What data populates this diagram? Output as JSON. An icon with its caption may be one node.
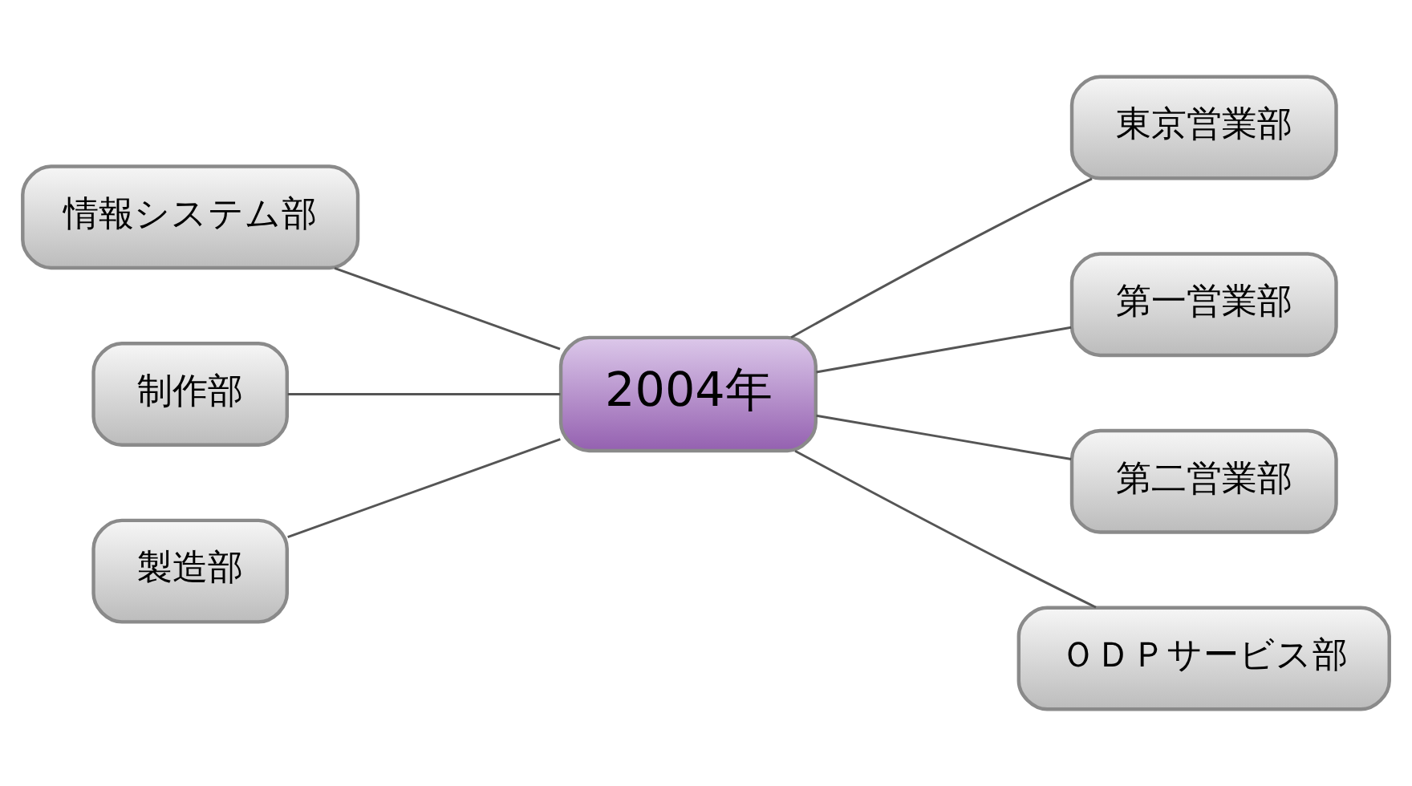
{
  "diagram": {
    "nodes": [
      {
        "text": [
          "2004年"
        ]
      },
      {
        "text": [
          "情報システム部"
        ]
      },
      {
        "text": [
          "制作部"
        ]
      },
      {
        "text": [
          "製造部"
        ]
      },
      {
        "text": [
          "東京営業部"
        ]
      },
      {
        "text": [
          "第一営業部"
        ]
      },
      {
        "text": [
          "第二営業部"
        ]
      },
      {
        "text": [
          "ＯＤＰサービス部"
        ]
      }
    ],
    "edges": [
      {
        "from": 0,
        "to": 1,
        "arrow": "none"
      },
      {
        "from": 0,
        "to": 2,
        "arrow": "none"
      },
      {
        "from": 0,
        "to": 3,
        "arrow": "none"
      },
      {
        "from": 0,
        "to": 4,
        "arrow": "none"
      },
      {
        "from": 0,
        "to": 5,
        "arrow": "none"
      },
      {
        "from": 0,
        "to": 6,
        "arrow": "none"
      },
      {
        "from": 0,
        "to": 7,
        "arrow": "none"
      }
    ]
  }
}
